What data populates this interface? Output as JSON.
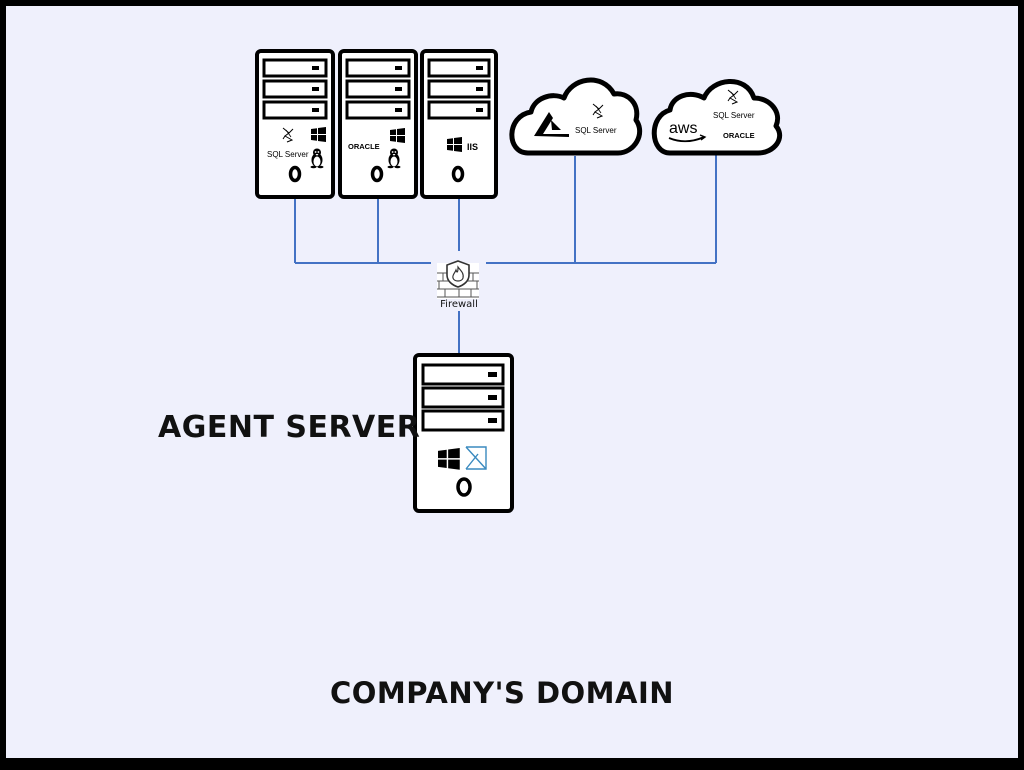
{
  "diagram": {
    "domain_label": "COMPANY'S DOMAIN",
    "agent_label": "AGENT SERVER",
    "firewall_label": "Firewall",
    "logos": {
      "sql_server": "SQL Server",
      "oracle": "ORACLE",
      "iis": "IIS",
      "aws": "aws"
    },
    "icons": {
      "windows": "windows-logo-icon",
      "linux": "linux-penguin-icon",
      "azure": "azure-logo-icon",
      "firewall": "firewall-brick-icon",
      "vs": "visual-studio-icon"
    },
    "colors": {
      "background": "#eff0fc",
      "connector": "#4472c4",
      "border": "#000000"
    }
  }
}
